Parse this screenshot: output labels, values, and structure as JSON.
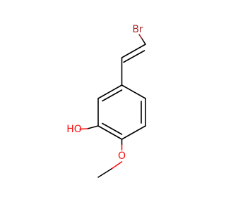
{
  "molecule": {
    "atoms": {
      "bromine": {
        "text": "Br",
        "color": "#a62929"
      },
      "hydroxyl": {
        "text": "HO",
        "color": "#ff0d0d"
      },
      "methoxy_oxygen": {
        "text": "O",
        "color": "#ff0d0d"
      }
    },
    "bond_color": "#000000"
  }
}
